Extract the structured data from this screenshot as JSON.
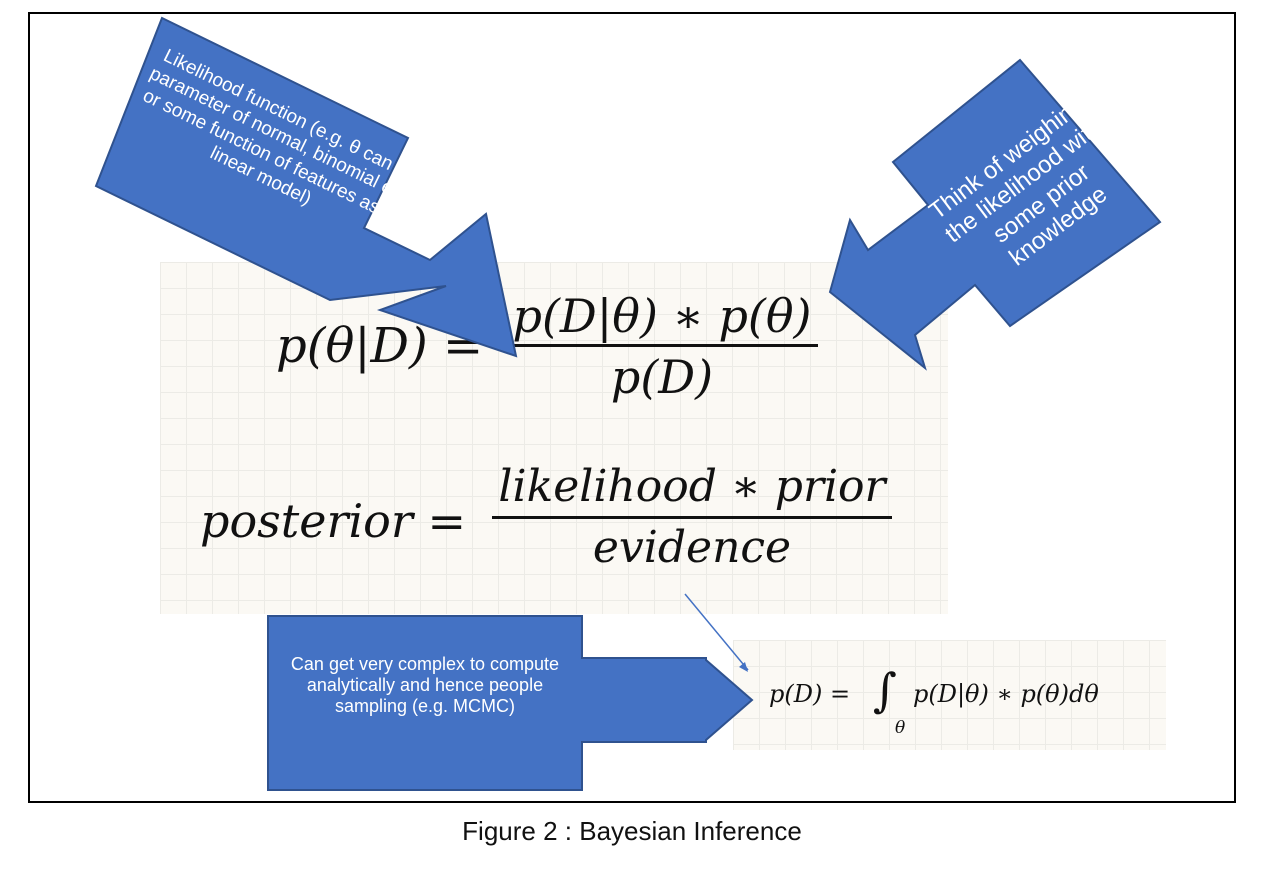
{
  "equations": {
    "bayes": {
      "lhs": "p(θ|D) =",
      "numerator": "p(D|θ) ∗ p(θ)",
      "denominator": "p(D)"
    },
    "words": {
      "lhs": "posterior =",
      "numerator": "likelihood ∗ prior",
      "denominator": "evidence"
    },
    "evidence_integral": {
      "lhs": "p(D) =",
      "integral_sign": "∫",
      "subscript": "θ",
      "integrand": "p(D|θ) ∗ p(θ)dθ"
    }
  },
  "callouts": {
    "likelihood": "Likelihood function (e.g. θ can be parameter of normal, binomial etc. or some function of features as in linear model)",
    "prior": "Think of weighing the likelihood with some prior knowledge",
    "evidence": "Can get very complex to compute analytically and hence people sampling (e.g. MCMC)"
  },
  "caption": "Figure 2 : Bayesian Inference",
  "colors": {
    "callout_fill": "#4472c4",
    "callout_stroke": "#2f528f",
    "pointer_line": "#4472c4"
  }
}
